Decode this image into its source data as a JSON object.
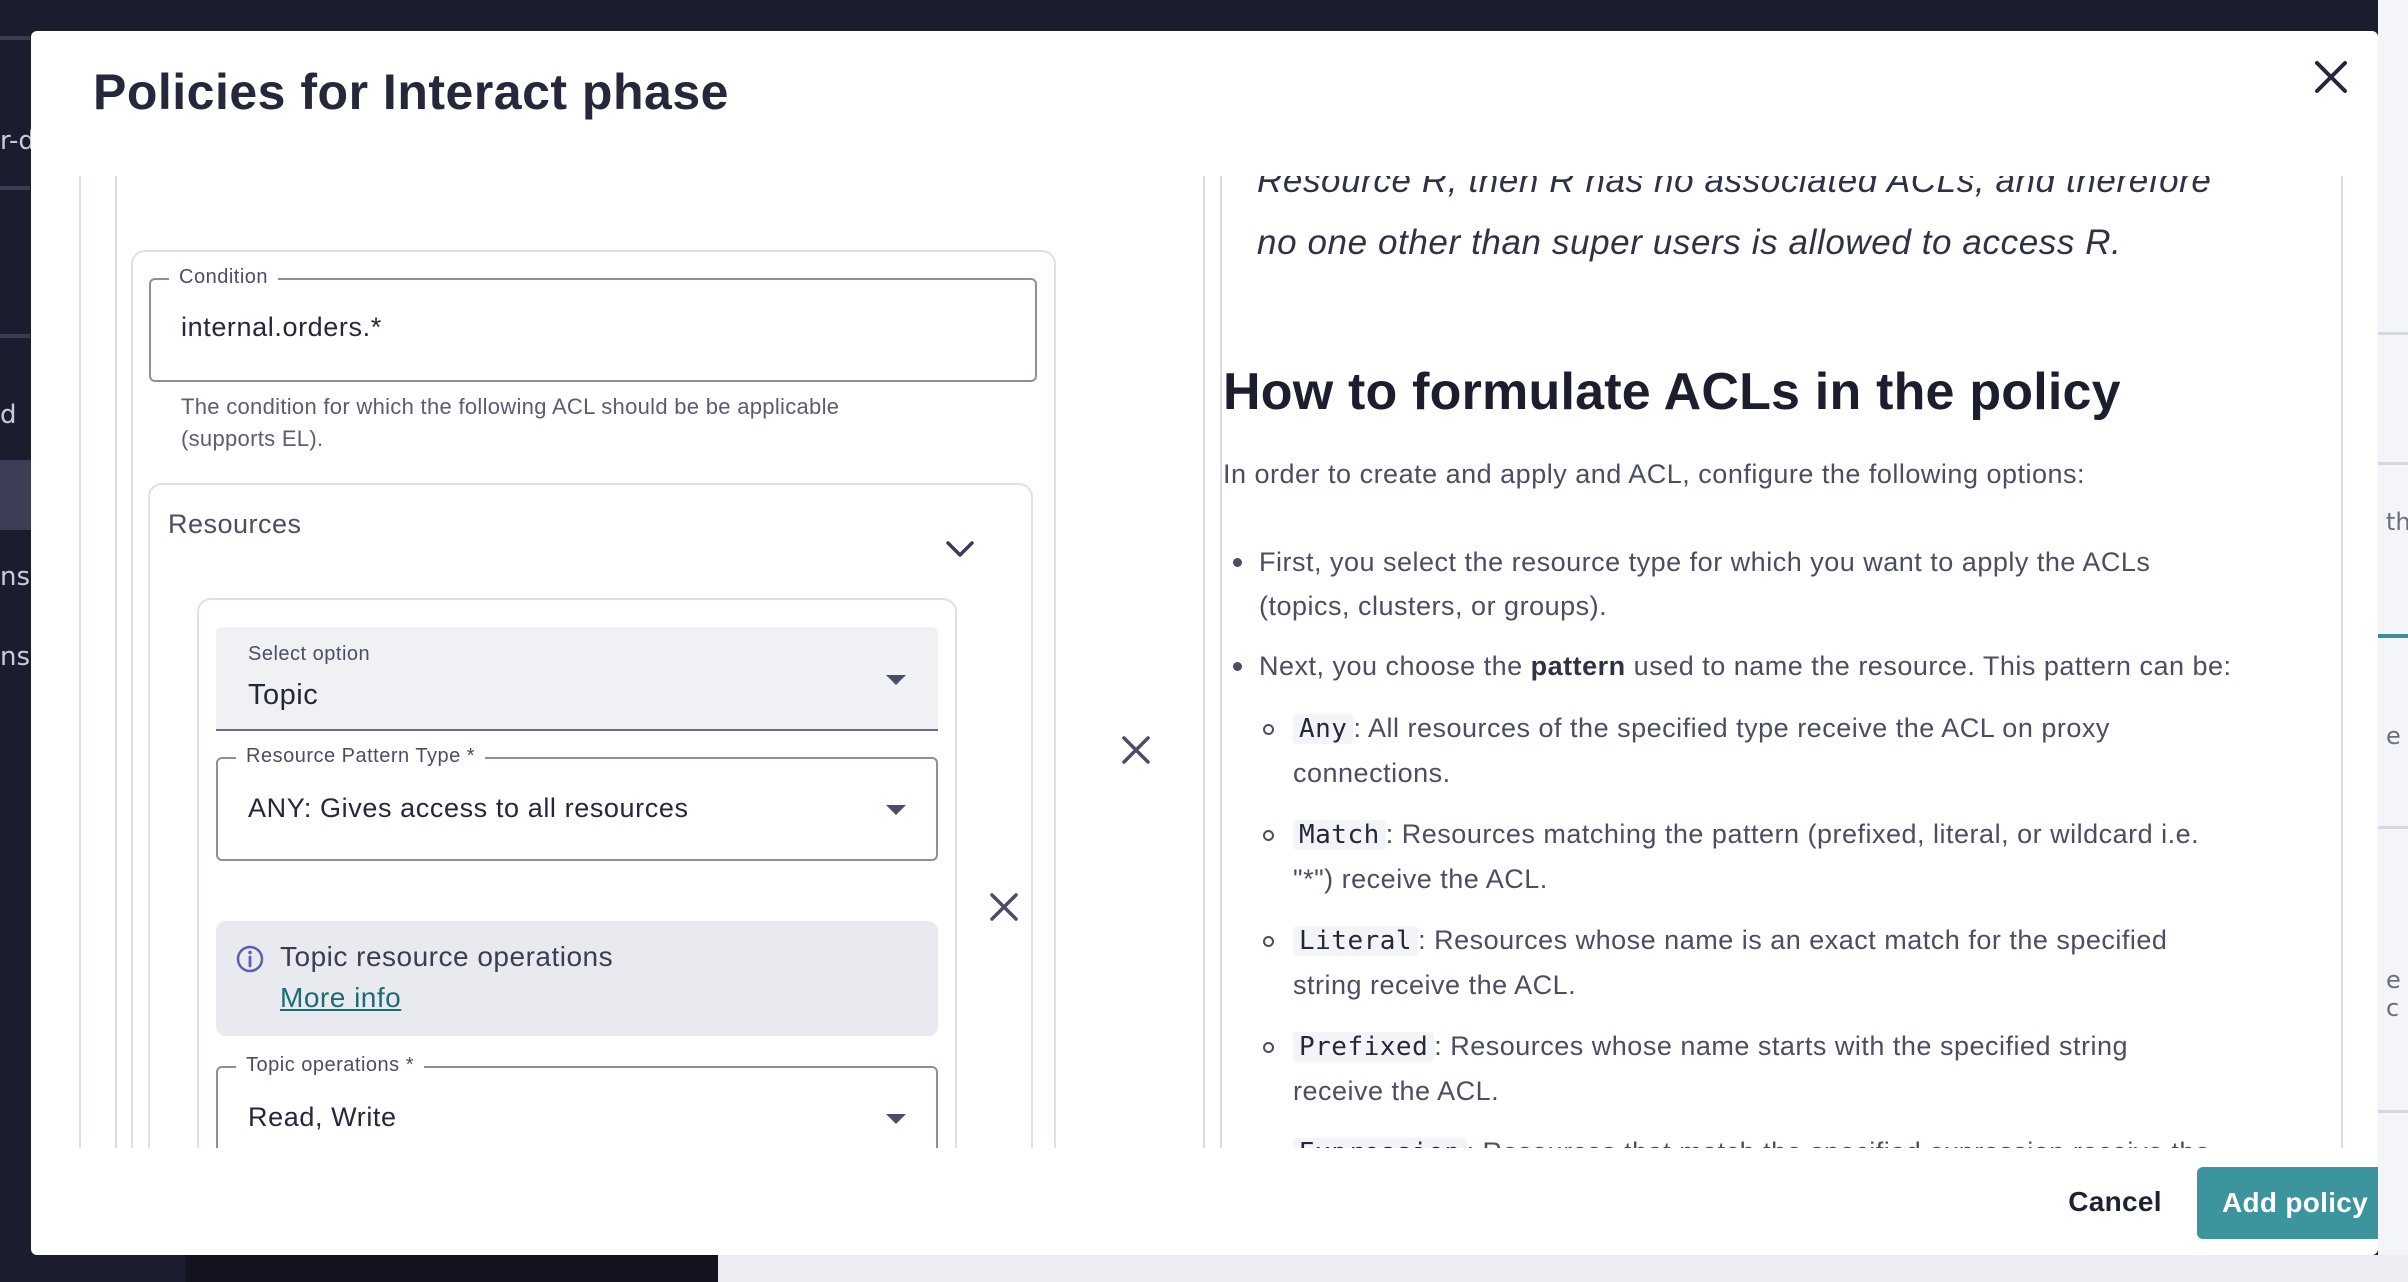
{
  "modal": {
    "title": "Policies for Interact phase",
    "close_icon": "close-icon"
  },
  "condition": {
    "legend": "Condition",
    "value": "internal.orders.*",
    "helper_line1": "The condition for which the following ACL should be be applicable",
    "helper_line2": "(supports EL)."
  },
  "resources": {
    "title": "Resources",
    "select_option": {
      "label": "Select option",
      "value": "Topic"
    },
    "pattern_type": {
      "legend": "Resource Pattern Type *",
      "value": "ANY: Gives access to all resources"
    },
    "info": {
      "title": "Topic resource operations",
      "link": "More info"
    },
    "operations": {
      "legend": "Topic operations *",
      "value": "Read, Write"
    }
  },
  "doc": {
    "italic_line1": "Resource R, then R has no associated ACLs, and therefore",
    "italic_line2": "no one other than super users is allowed to access R.",
    "heading": "How to formulate ACLs in the policy",
    "intro": "In order to create and apply and ACL, configure the following options:",
    "bullet1_line1": "First, you select the resource type for which you want to apply the ACLs",
    "bullet1_line2": "(topics, clusters, or groups).",
    "bullet2_pre": "Next, you choose the ",
    "bullet2_bold": "pattern",
    "bullet2_post": " used to name the resource. This pattern can be:",
    "sub": [
      {
        "code": "Any",
        "line1": ": All resources of the specified type receive the ACL on proxy",
        "line2": "connections."
      },
      {
        "code": "Match",
        "line1": ": Resources matching the pattern (prefixed, literal, or wildcard i.e.",
        "line2": "\"*\") receive the ACL."
      },
      {
        "code": "Literal",
        "line1": ": Resources whose name is an exact match for the specified",
        "line2": "string receive the ACL."
      },
      {
        "code": "Prefixed",
        "line1": ": Resources whose name starts with the specified string",
        "line2": "receive the ACL."
      },
      {
        "code": "Expression",
        "line1": ": Resources that match the specified expression receive the",
        "line2": ""
      }
    ]
  },
  "footer": {
    "cancel": "Cancel",
    "add": "Add policy"
  },
  "background": {
    "left_snippets": [
      "r-d",
      "d",
      "ns",
      "ns"
    ],
    "right_snippets": [
      "th",
      "e",
      "e c"
    ]
  }
}
